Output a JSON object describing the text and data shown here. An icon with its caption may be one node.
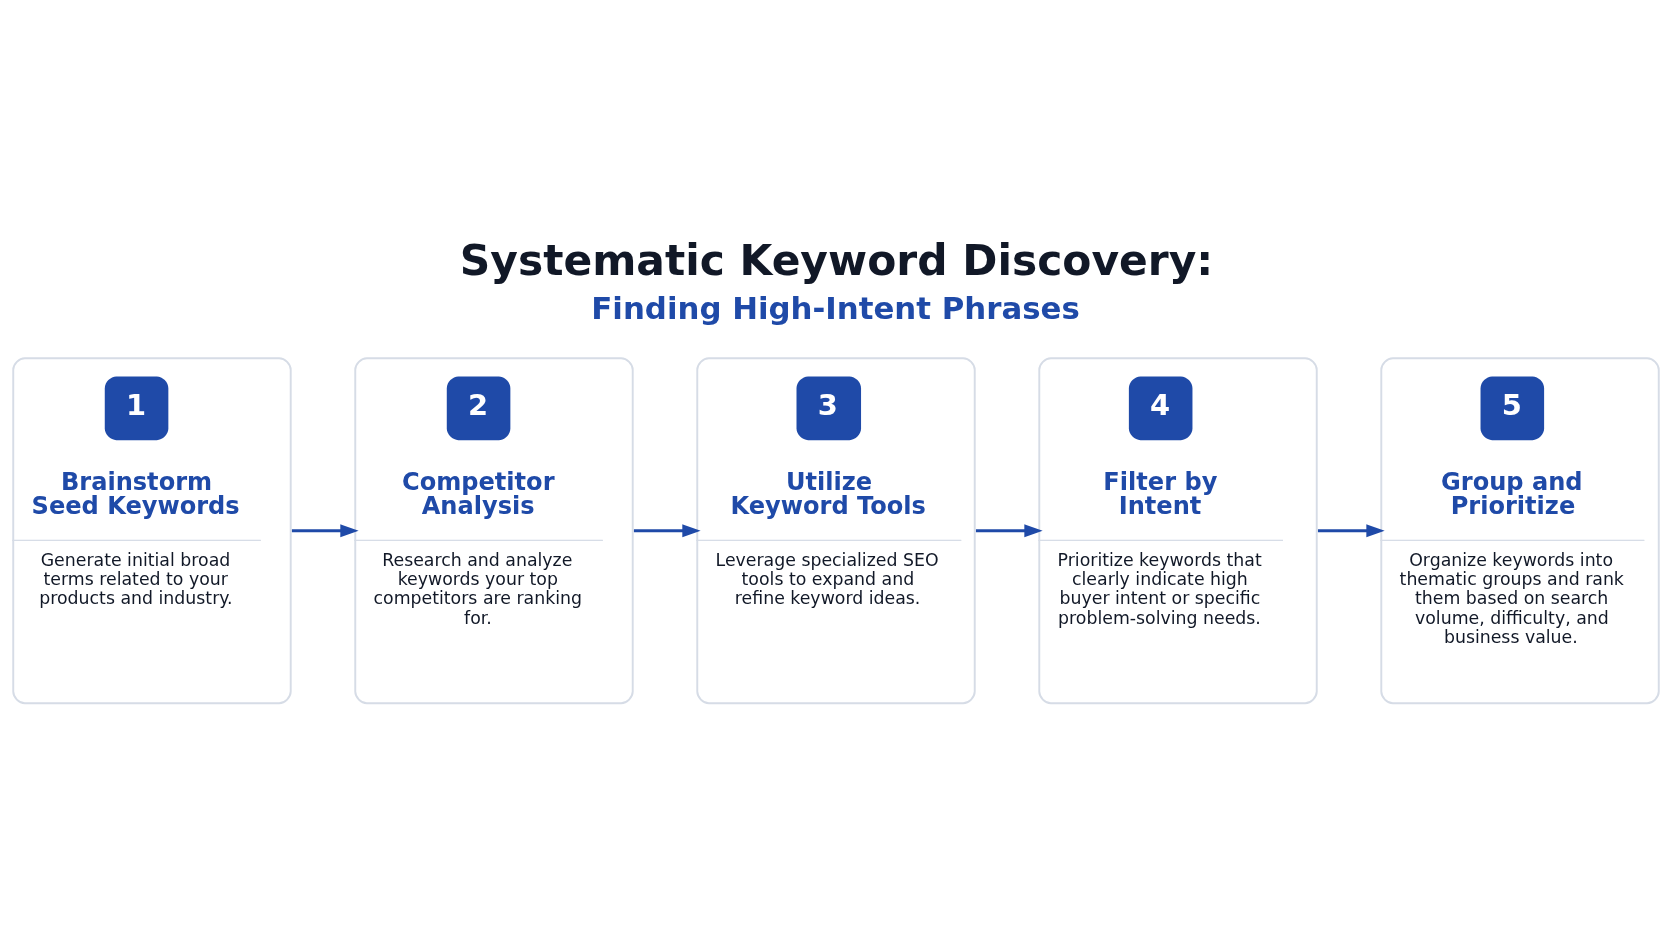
{
  "diagram": {
    "title": "Systematic Keyword Discovery:",
    "nodes": [
      {
        "text": [
          "1",
          "Brainstorm Seed Keywords",
          "Generate initial broad terms related to your products and industry."
        ]
      },
      {
        "text": [
          "2",
          "Competitor Analysis",
          "Research and analyze keywords your top competitors are ranking for."
        ]
      },
      {
        "text": [
          "3",
          "Utilize Keyword Tools",
          "Leverage specialized SEO tools to expand and refine keyword ideas."
        ]
      },
      {
        "text": [
          "4",
          "Filter by Intent",
          "Prioritize keywords that clearly indicate high buyer intent or specific problem-solving needs."
        ]
      },
      {
        "text": [
          "5",
          "Group and Prioritize",
          "Organize keywords into thematic groups and rank them based on search volume, difficulty, and business value."
        ]
      }
    ],
    "edges": [
      {
        "from": 0,
        "to": 1,
        "arrow": "to"
      },
      {
        "from": 1,
        "to": 2,
        "arrow": "to"
      },
      {
        "from": 2,
        "to": 3,
        "arrow": "to"
      },
      {
        "from": 3,
        "to": 4,
        "arrow": "to"
      }
    ],
    "labels": [
      "Finding High-Intent Phrases"
    ]
  }
}
